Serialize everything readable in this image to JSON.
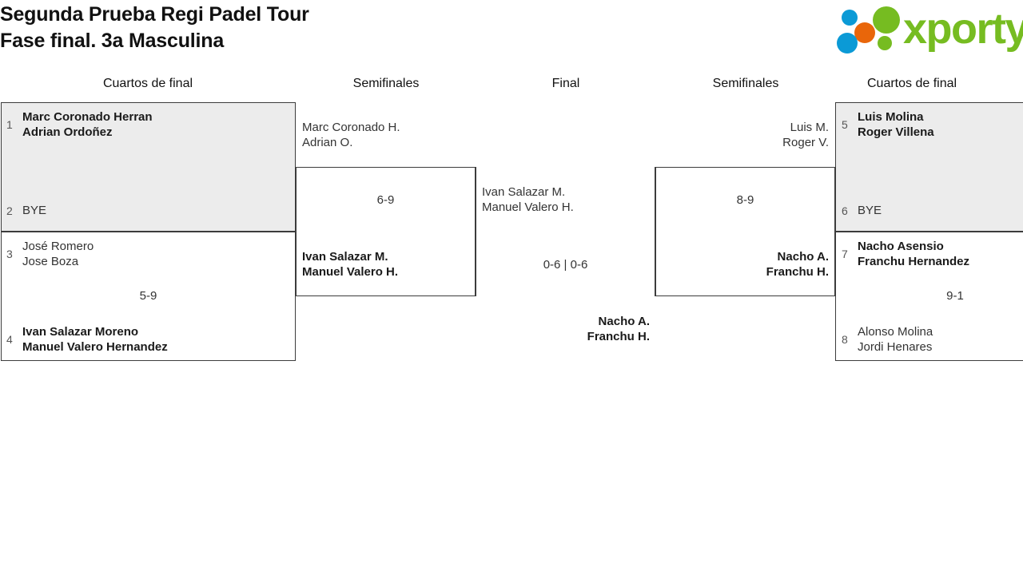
{
  "header": {
    "title_line1": "Segunda Prueba Regi Padel Tour",
    "title_line2": "Fase final. 3a Masculina",
    "brand": "xporty",
    "brand_colors": {
      "green": "#76bc21",
      "blue": "#0b9ad6",
      "orange": "#e9660a"
    }
  },
  "rounds": [
    {
      "id": "qf-left",
      "label": "Cuartos de final"
    },
    {
      "id": "sf-left",
      "label": "Semifinales"
    },
    {
      "id": "final",
      "label": "Final"
    },
    {
      "id": "sf-right",
      "label": "Semifinales"
    },
    {
      "id": "qf-right",
      "label": "Cuartos de final"
    }
  ],
  "matches": {
    "qf1": {
      "score": "",
      "top": {
        "seed": "1",
        "line1": "Marc Coronado Herran",
        "line2": "Adrian Ordoñez",
        "winner": true
      },
      "bottom": {
        "seed": "2",
        "line1": "BYE",
        "line2": "",
        "winner": false
      }
    },
    "qf2": {
      "score": "5-9",
      "top": {
        "seed": "3",
        "line1": "José Romero",
        "line2": "Jose Boza",
        "winner": false
      },
      "bottom": {
        "seed": "4",
        "line1": "Ivan Salazar Moreno",
        "line2": "Manuel Valero Hernandez",
        "winner": true
      }
    },
    "qf3": {
      "score": "",
      "top": {
        "seed": "5",
        "line1": "Luis Molina",
        "line2": "Roger Villena",
        "winner": true
      },
      "bottom": {
        "seed": "6",
        "line1": "BYE",
        "line2": "",
        "winner": false
      }
    },
    "qf4": {
      "score": "9-1",
      "top": {
        "seed": "7",
        "line1": "Nacho Asensio",
        "line2": "Franchu Hernandez",
        "winner": true
      },
      "bottom": {
        "seed": "8",
        "line1": "Alonso Molina",
        "line2": "Jordi Henares",
        "winner": false
      }
    },
    "sf1": {
      "score": "6-9",
      "top": {
        "line1": "Marc Coronado H.",
        "line2": "Adrian O.",
        "winner": false
      },
      "bottom": {
        "line1": "Ivan Salazar M.",
        "line2": "Manuel Valero H.",
        "winner": true
      }
    },
    "sf2": {
      "score": "8-9",
      "top": {
        "line1": "Luis M.",
        "line2": "Roger V.",
        "winner": false
      },
      "bottom": {
        "line1": "Nacho A.",
        "line2": "Franchu H.",
        "winner": true
      }
    },
    "final": {
      "score": "0-6 | 0-6",
      "top": {
        "line1": "Ivan Salazar M.",
        "line2": "Manuel Valero H.",
        "winner": false
      },
      "bottom": {
        "line1": "Nacho A.",
        "line2": "Franchu H.",
        "winner": true
      }
    }
  }
}
